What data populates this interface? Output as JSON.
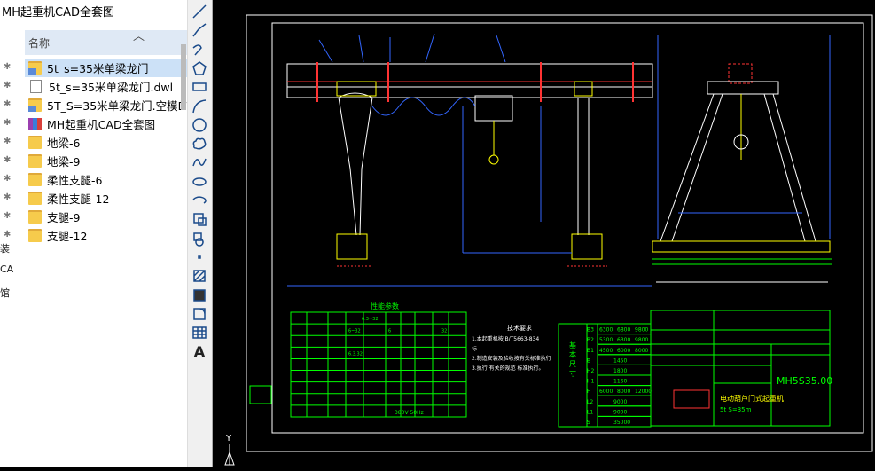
{
  "explorer": {
    "title": "MH起重机CAD全套图",
    "column_name": "名称",
    "files": [
      {
        "name": "5t_s=35米单梁龙门",
        "type": "folder-image",
        "selected": true
      },
      {
        "name": "5t_s=35米单梁龙门.dwl",
        "type": "doc"
      },
      {
        "name": "5T_S=35米单梁龙门.空模DWG",
        "type": "folder-image"
      },
      {
        "name": "MH起重机CAD全套图",
        "type": "rar"
      },
      {
        "name": "地梁-6",
        "type": "folder"
      },
      {
        "name": "地梁-9",
        "type": "folder"
      },
      {
        "name": "柔性支腿-6",
        "type": "folder"
      },
      {
        "name": "柔性支腿-12",
        "type": "folder"
      },
      {
        "name": "支腿-9",
        "type": "folder"
      },
      {
        "name": "支腿-12",
        "type": "folder"
      }
    ],
    "left_fragments": [
      "装",
      "CA",
      "馆"
    ]
  },
  "toolbar": {
    "tools": [
      "line-tool-icon",
      "polyline-tool-icon",
      "arc-polyline-tool-icon",
      "polygon-tool-icon",
      "rectangle-tool-icon",
      "arc-tool-icon",
      "circle-tool-icon",
      "revision-cloud-tool-icon",
      "spline-tool-icon",
      "ellipse-tool-icon",
      "ellipse-arc-tool-icon",
      "insert-block-tool-icon",
      "make-block-tool-icon",
      "point-tool-icon",
      "hatch-tool-icon",
      "gradient-tool-icon",
      "region-tool-icon",
      "table-tool-icon",
      "text-tool-icon"
    ],
    "text_label": "A"
  },
  "drawing": {
    "spec_table_title": "性能参数",
    "tech_title": "技术要求",
    "tech_lines": [
      "1.本起重机按JB/T5663-834",
      "标",
      "2.制造安装及验收按有关标准执行",
      "3.执行 有关的规范 标准执行。"
    ],
    "dims_side_label": "基 本 尺 寸",
    "dims": [
      {
        "code": "B3",
        "vals": [
          "6300",
          "6800",
          "9800"
        ]
      },
      {
        "code": "B2",
        "vals": [
          "5300",
          "6300",
          "9800"
        ]
      },
      {
        "code": "B1",
        "vals": [
          "4500",
          "6000",
          "8000"
        ]
      },
      {
        "code": "B",
        "vals": [
          "1450"
        ]
      },
      {
        "code": "H2",
        "vals": [
          "1800"
        ]
      },
      {
        "code": "H1",
        "vals": [
          "1160"
        ]
      },
      {
        "code": "H",
        "vals": [
          "6000",
          "8000",
          "12000"
        ]
      },
      {
        "code": "L2",
        "vals": [
          "9000"
        ]
      },
      {
        "code": "L1",
        "vals": [
          "9000"
        ]
      },
      {
        "code": "S",
        "vals": [
          "35000"
        ]
      }
    ],
    "drawing_number": "MH5S35.00",
    "title_block_name": "电动葫芦门式起重机",
    "title_block_sub": "5t S=35m",
    "spec_rows": [
      [
        "",
        "",
        "",
        "",
        "6.3~32",
        "",
        "",
        "",
        "",
        "",
        "",
        ""
      ],
      [
        "",
        "",
        "",
        "6~32",
        "",
        "",
        "6",
        "",
        "",
        "",
        "32",
        ""
      ],
      [
        "",
        "",
        "",
        "",
        "",
        "",
        "",
        "",
        "",
        "",
        "",
        ""
      ],
      [
        "",
        "",
        "",
        "6.3.32",
        "",
        "",
        "",
        "",
        "",
        "",
        "",
        ""
      ],
      [
        "",
        "",
        "",
        "",
        "",
        "",
        "",
        "",
        "",
        "",
        "",
        ""
      ],
      [
        "",
        "",
        "",
        "",
        "",
        "",
        "",
        "",
        "",
        "",
        "",
        ""
      ],
      [
        "",
        "",
        "",
        "",
        "",
        "",
        "",
        "",
        "",
        "",
        "",
        ""
      ],
      [
        "",
        "",
        "",
        "",
        "",
        "",
        "",
        "",
        "",
        "",
        "",
        ""
      ],
      [
        "",
        "",
        "",
        "",
        "",
        "",
        "",
        "",
        "",
        "",
        "",
        ""
      ]
    ],
    "spec_footer": "380V 50Hz",
    "axis_label": "Y"
  }
}
